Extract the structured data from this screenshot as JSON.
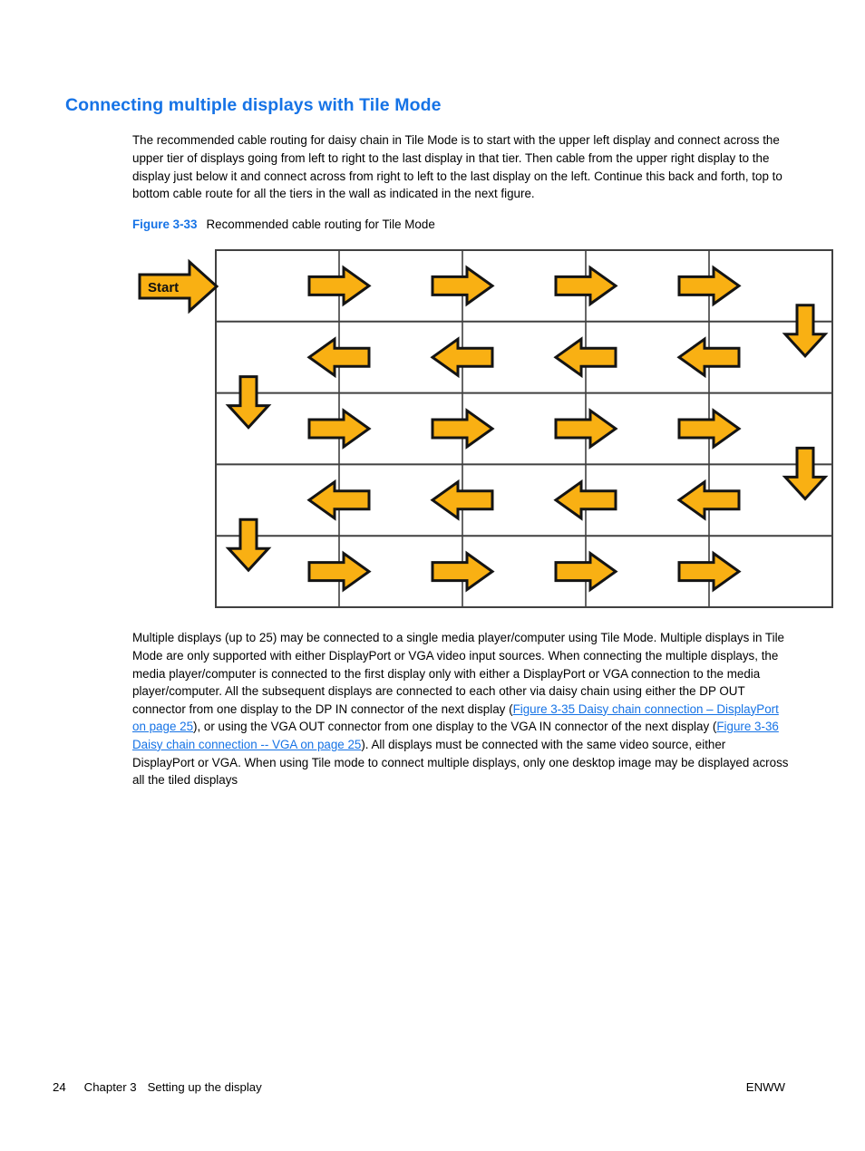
{
  "page": {
    "title": "Connecting multiple displays with Tile Mode",
    "intro_paragraph": "The recommended cable routing for daisy chain in Tile Mode is to start with the upper left display and connect across the upper tier of displays going from left to right to the last display in that tier. Then cable from the upper right display to the display just below it and connect across from right to left to the last display on the left. Continue this back and forth, top to bottom cable route for all the tiers in the wall as indicated in the next figure.",
    "body_paragraph": {
      "part1": "Multiple displays (up to 25) may be connected to a single media player/computer using Tile Mode. Multiple displays in Tile Mode are only supported with either DisplayPort or VGA video input sources. When connecting the multiple displays, the media player/computer is connected to the first display only with either a DisplayPort or VGA connection to the media player/computer. All the subsequent displays are connected to each other via daisy chain using either the DP OUT connector from one display to the DP IN connector of the next display (",
      "link1": "Figure 3-35 Daisy chain connection – DisplayPort on page 25",
      "part2": "), or using the VGA OUT connector from one display to the VGA IN connector of the next display (",
      "link2": "Figure 3-36 Daisy chain connection -- VGA on page 25",
      "part3": "). All displays must be connected with the same video source, either DisplayPort or VGA. When using Tile mode to connect multiple displays, only one desktop image may be displayed across all the tiled displays"
    }
  },
  "figure": {
    "label": "Figure 3-33",
    "caption": "Recommended cable routing for Tile Mode",
    "start_label": "Start",
    "grid": {
      "cols": 5,
      "rows": 5,
      "row_directions": [
        "right",
        "left",
        "right",
        "left",
        "right"
      ],
      "down_right_after_rows": [
        1,
        3
      ],
      "down_left_after_rows": [
        2,
        4
      ]
    }
  },
  "footer": {
    "page_number": "24",
    "chapter": "Chapter 3",
    "section": "Setting up the display",
    "right_label": "ENWW"
  },
  "colors": {
    "accent_blue": "#1673e6",
    "arrow_fill": "#f9b013",
    "arrow_stroke": "#141414",
    "grid_line": "#404040",
    "text": "#000000"
  }
}
